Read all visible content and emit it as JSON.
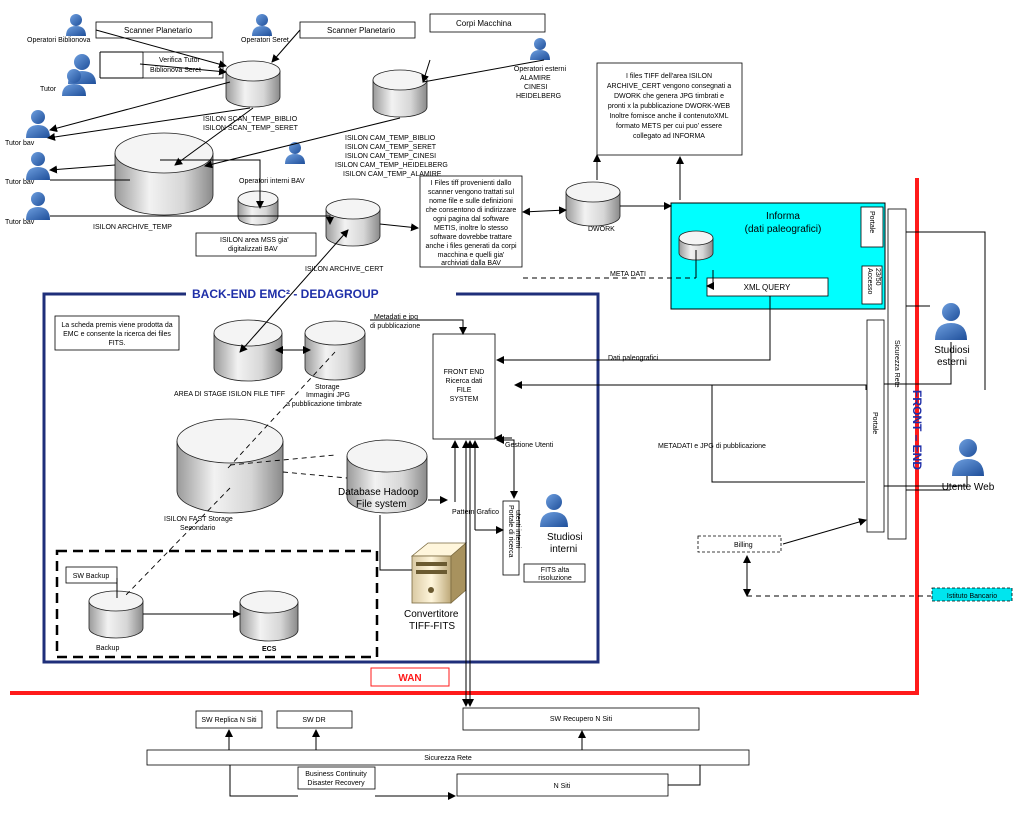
{
  "labels": {
    "operatori_biblionova": "Operatori Biblionova",
    "scanner_planetario_1": "Scanner Planetario",
    "operatori_seret": "Operatori Seret",
    "scanner_planetario_2": "Scanner Planetario",
    "corpi_macchina": "Corpi Macchina",
    "operatori_esterni": "Operatori esterni",
    "alamire": "ALAMIRE",
    "cinesi": "CINESI",
    "heidelberg": "HEIDELBERG",
    "verifica_tutor_1": "Verifica Tutor",
    "verifica_tutor_2": "Biblionova  Seret",
    "tutor": "Tutor",
    "isilon_scan_biblio": "ISILON  SCAN_TEMP_BIBLIO",
    "isilon_scan_seret": "ISILON  SCAN_TEMP_SERET",
    "cam_biblio": "ISILON  CAM_TEMP_BIBLIO",
    "cam_seret": "ISILON  CAM_TEMP_SERET",
    "cam_cinesi": "ISILON  CAM_TEMP_CINESI",
    "cam_heidelberg": "ISILON  CAM_TEMP_HEIDELBERG",
    "cam_alamire": "ISILON  CAM_TEMP_ALAMIRE",
    "tutor_bav_1": "Tutor bav",
    "tutor_bav_2": "Tutor bav",
    "tutor_bav_3": "Tutor bav",
    "operatori_interni_bav": "Operatori interni  BAV",
    "isilon_archive_temp": "ISILON ARCHIVE_TEMP",
    "isilon_mss_1": "ISILON area MSS gia'",
    "isilon_mss_2": "digitalizzati BAV",
    "isilon_archive_cert": "ISILON ARCHIVE_CERT",
    "files_tiff_note": [
      "I Files tiff provenienti dallo",
      "scanner vengono trattati sul",
      "nome file e sulle definizioni",
      "che consentono di indirizzare",
      "ogni pagina dal software",
      "METIS, inoltre lo stesso",
      "software dovrebbe trattare",
      "anche i files generati da corpi",
      "macchina e quelli gia'",
      "archiviati dalla BAV"
    ],
    "dwork": "DWORK",
    "dwork_note": [
      "I files TIFF dell'area ISILON",
      "ARCHIVE_CERT vengono consegnati a",
      "DWORK che genera JPG timbrati e",
      "pronti x la pubblicazione DWORK-WEB",
      "Inoltre fornisce anche il contenutoXML",
      "formato METS per cui puo' essere",
      "collegato ad INFORMA"
    ],
    "informa_1": "Informa",
    "informa_2": "(dati paleografici)",
    "xml_query": "XML QUERY",
    "portale_small": "Portale",
    "accesso": "Accesso",
    "accesso_num": "23/50",
    "meta_dati": "META DATI",
    "dati_paleografici": "Dati paleografici",
    "backend_title": "BACK-END  EMC²  -  DEDAGROUP",
    "scheda_note": [
      "La scheda premis viene prodotta da",
      "EMC e consente la ricerca dei files",
      "FITS."
    ],
    "metadati_jpg_1": "Metadati e jpg",
    "metadati_jpg_2": "di pubblicazione",
    "front_end_box": [
      "FRONT END",
      "Ricerca dati",
      "FILE",
      "SYSTEM"
    ],
    "area_stage": "AREA DI STAGE ISILON FILE TIFF",
    "storage_1": "Storage",
    "storage_2": "Immagini JPG",
    "storage_3": "a pubblicazione timbrate",
    "gestione_utenti": "Gestione Utenti",
    "isilon_fast_1": "ISILON FAST Storage",
    "isilon_fast_2": "Secondario",
    "hadoop_1": "Database Hadoop",
    "hadoop_2": "File system",
    "pattern_grafico": "Pattern Grafico",
    "portale_ricerca": [
      "Portale di ricerca",
      "utenti interni"
    ],
    "studiosi_interni_1": "Studiosi",
    "studiosi_interni_2": "interni",
    "fits_alta_1": "FITS alta",
    "fits_alta_2": "risoluzione",
    "sw_backup": "SW Backup",
    "backup": "Backup",
    "ecs": "ECS",
    "convertitore_1": "Convertitore",
    "convertitore_2": "TIFF-FITS",
    "sicurezza_rete_v": "Sicurezza Rete",
    "portale_v": "Portale",
    "front_end_v": "FRONT  –  END",
    "studiosi_esterni_1": "Studiosi",
    "studiosi_esterni_2": "esterni",
    "metadati_jpg_pub": "METADATI e JPG di pubblicazione",
    "utente_web": "Utente Web",
    "billing": "Billing",
    "istituto_bancario": "Istituto Bancario",
    "wan": "WAN",
    "sw_replica": "SW Replica N Siti",
    "sw_dr": "SW DR",
    "sw_recupero": "SW Recupero N Siti",
    "sicurezza_rete_h": "Sicurezza Rete",
    "business_1": "Business Continuity",
    "business_2": "Disaster Recovery",
    "n_siti": "N Siti"
  },
  "colors": {
    "backend_border": "#1f2f7a",
    "informa_fill": "#00ffff",
    "wan_line": "#ff1a1a",
    "person": "#2f66b8",
    "bank_fill": "#00e5ee",
    "title_text": "#1f2fa8"
  },
  "icons": [
    "person-icon",
    "database-icon",
    "server-icon"
  ]
}
